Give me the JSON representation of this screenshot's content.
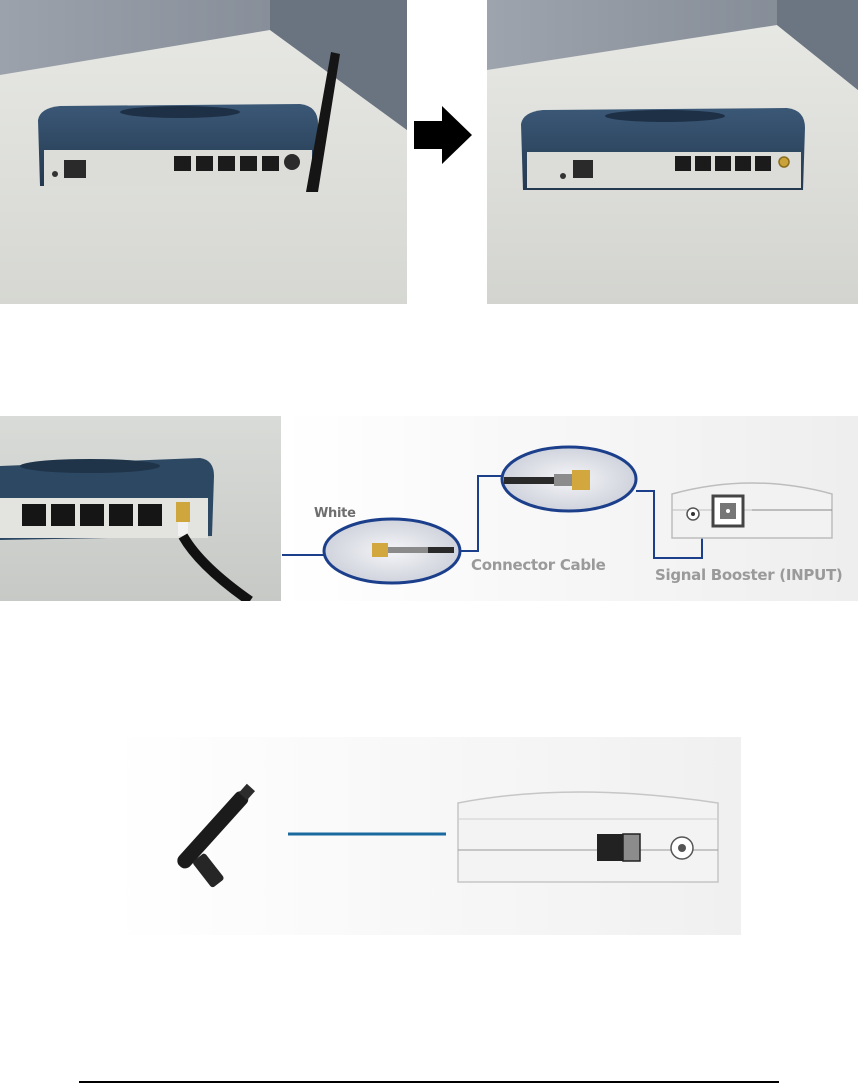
{
  "labels": {
    "white": "White",
    "connector_cable": "Connector Cable",
    "signal_booster": "Signal Booster (INPUT)"
  },
  "colors": {
    "router_body": "#2e4a66",
    "connector_line": "#1c3f8c",
    "cable_text": "#9a9a9a",
    "white_text": "#6e6e6e"
  },
  "icons": {
    "arrow": "right-arrow-icon",
    "antenna": "antenna-icon"
  }
}
